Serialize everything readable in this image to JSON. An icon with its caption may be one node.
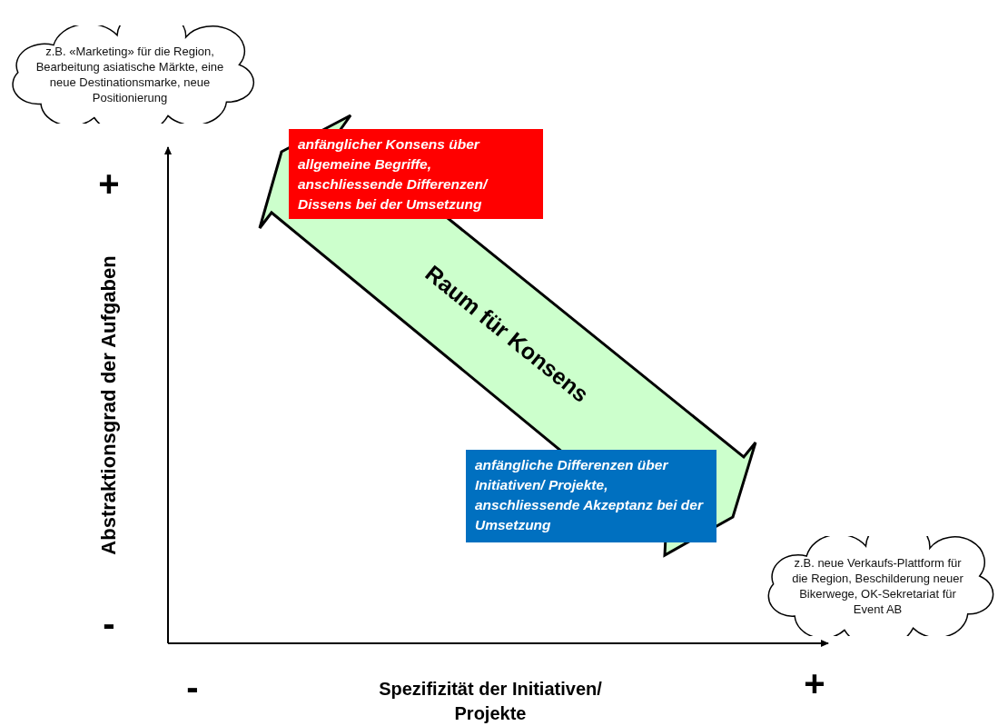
{
  "diagram": {
    "nodes": [
      {
        "text": [
          "z.B. «Marketing» für die Region, Bearbeitung asiatische Märkte, eine neue Destinationsmarke, neue Positionierung"
        ]
      },
      {
        "text": [
          "anfänglicher Konsens über allgemeine Begriffe, anschliessende Differenzen/ Dissens bei der Umsetzung"
        ]
      },
      {
        "text": [
          "anfängliche Differenzen über Initiativen/ Projekte, anschliessende Akzeptanz bei der Umsetzung"
        ]
      },
      {
        "text": [
          "z.B. neue Verkaufs-Plattform für die Region, Beschilderung neuer Bikerwege, OK-Sekretariat für Event AB"
        ]
      }
    ],
    "edges": [
      {
        "from": 0,
        "to": 3,
        "arrow": "both",
        "label": "Raum für Konsens",
        "style": "thick"
      }
    ],
    "labels": [
      "+",
      "Abstraktionsgrad der Aufgaben",
      "-",
      "-",
      "Spezifizität der Initiativen/ Projekte",
      "+"
    ]
  }
}
